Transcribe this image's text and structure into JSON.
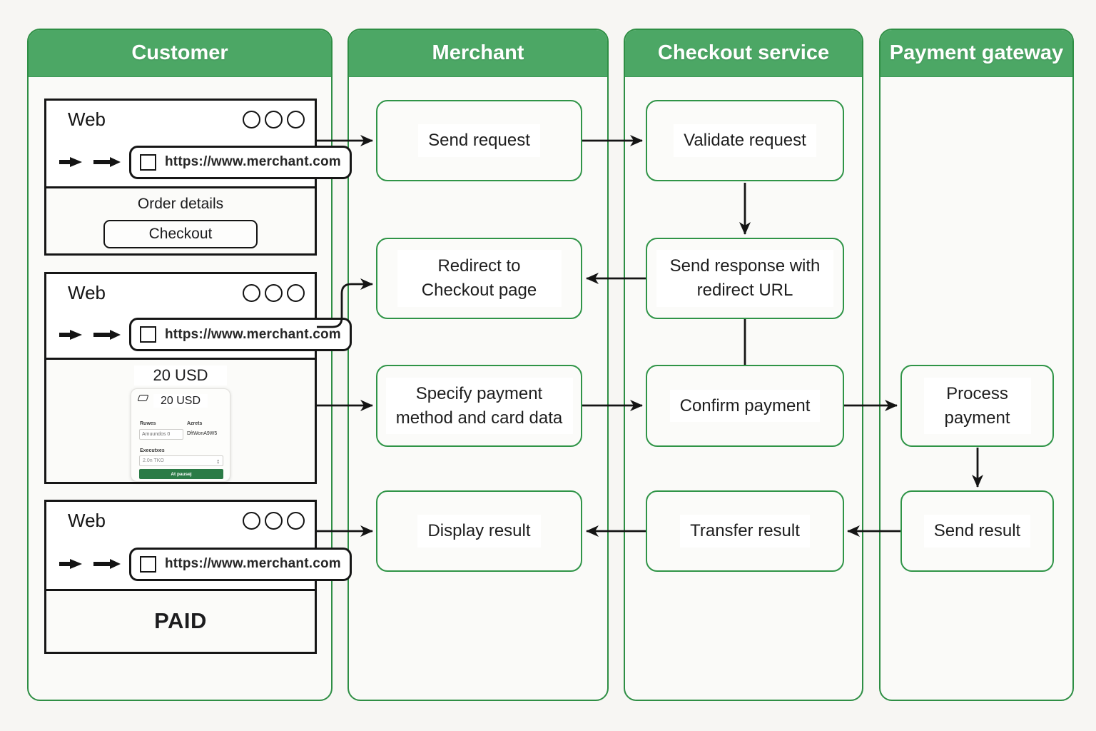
{
  "diagram": {
    "lanes": {
      "customer": {
        "title": "Customer"
      },
      "merchant": {
        "title": "Merchant"
      },
      "checkout": {
        "title": "Checkout service"
      },
      "gateway": {
        "title": "Payment gateway"
      }
    },
    "boxes": {
      "send_request": "Send request",
      "validate_request": "Validate request",
      "redirect": "Redirect to Checkout page",
      "send_response": "Send response with redirect URL",
      "specify": "Specify payment method and card data",
      "confirm": "Confirm payment",
      "process": "Process payment",
      "display": "Display result",
      "transfer": "Transfer result",
      "send_result": "Send result"
    }
  },
  "browser": {
    "window_title": "Web",
    "url": "https://www.merchant.com",
    "first": {
      "heading": "Order details",
      "button": "Checkout"
    },
    "second": {
      "amount_title": "20 USD",
      "form": {
        "amount": "20 USD",
        "left_label": "Ruwes",
        "left_value": "Amuundos 0",
        "right_label": "Azrets",
        "right_value": "DftWonA9W5",
        "exp_label": "Executxes",
        "exp_value": "2.0n TKO",
        "stepper": "↕",
        "submit": "At pausej"
      }
    },
    "third": {
      "status": "PAID"
    }
  },
  "colors": {
    "lane_header_bg": "#4ca765",
    "lane_border": "#2e8e44",
    "box_border": "#2f9447",
    "arrow": "#141414",
    "form_button_bg": "#2b7b46"
  }
}
